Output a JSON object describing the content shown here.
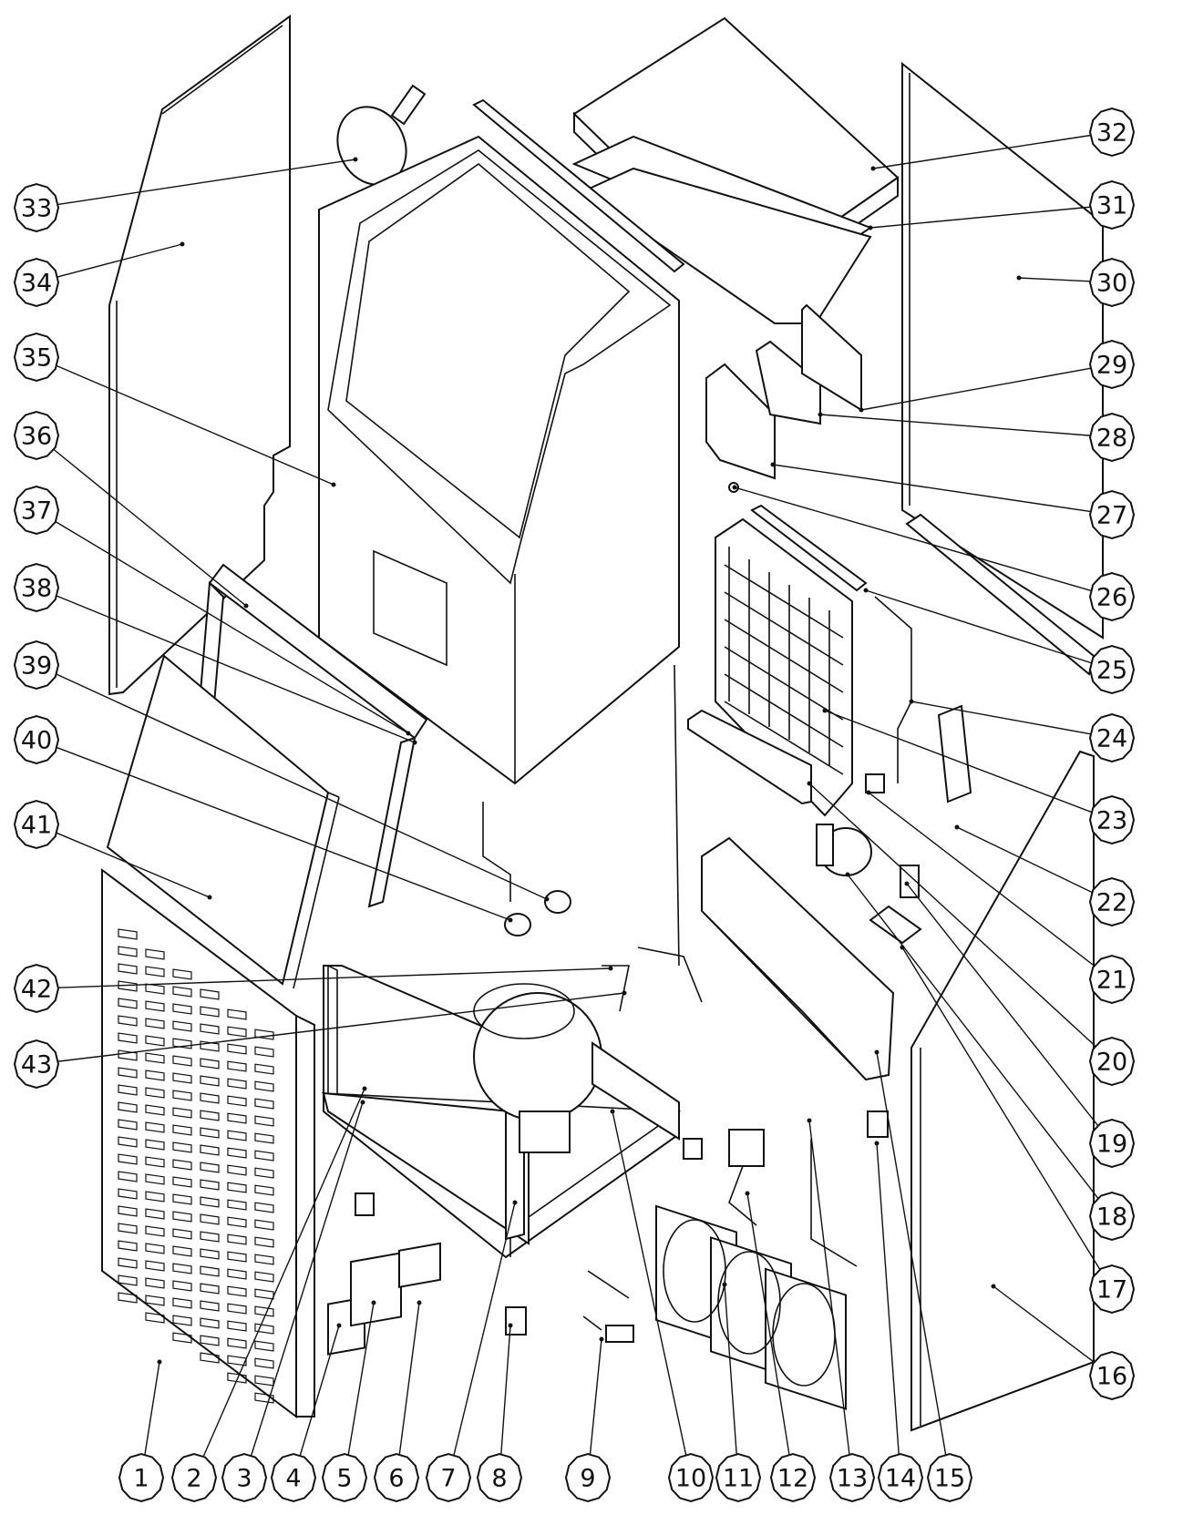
{
  "callouts": [
    {
      "num": "1"
    },
    {
      "num": "2"
    },
    {
      "num": "3"
    },
    {
      "num": "4"
    },
    {
      "num": "5"
    },
    {
      "num": "6"
    },
    {
      "num": "7"
    },
    {
      "num": "8"
    },
    {
      "num": "9"
    },
    {
      "num": "10"
    },
    {
      "num": "11"
    },
    {
      "num": "12"
    },
    {
      "num": "13"
    },
    {
      "num": "14"
    },
    {
      "num": "15"
    },
    {
      "num": "16"
    },
    {
      "num": "17"
    },
    {
      "num": "18"
    },
    {
      "num": "19"
    },
    {
      "num": "20"
    },
    {
      "num": "21"
    },
    {
      "num": "22"
    },
    {
      "num": "23"
    },
    {
      "num": "24"
    },
    {
      "num": "25"
    },
    {
      "num": "26"
    },
    {
      "num": "27"
    },
    {
      "num": "28"
    },
    {
      "num": "29"
    },
    {
      "num": "30"
    },
    {
      "num": "31"
    },
    {
      "num": "32"
    },
    {
      "num": "33"
    },
    {
      "num": "34"
    },
    {
      "num": "35"
    },
    {
      "num": "36"
    },
    {
      "num": "37"
    },
    {
      "num": "38"
    },
    {
      "num": "39"
    },
    {
      "num": "40"
    },
    {
      "num": "41"
    },
    {
      "num": "42"
    },
    {
      "num": "43"
    }
  ],
  "colors": {
    "ink": "#111111",
    "paper": "#ffffff"
  }
}
